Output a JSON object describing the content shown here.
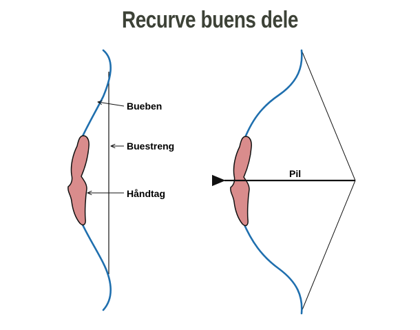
{
  "title": "Recurve buens dele",
  "labels": {
    "limb": "Bueben",
    "string": "Buestreng",
    "grip": "Håndtag",
    "arrow": "Pil"
  },
  "colors": {
    "title": "#3d4237",
    "limb": "#1f6fae",
    "riser_fill": "#d98c8c",
    "outline": "#111111"
  }
}
